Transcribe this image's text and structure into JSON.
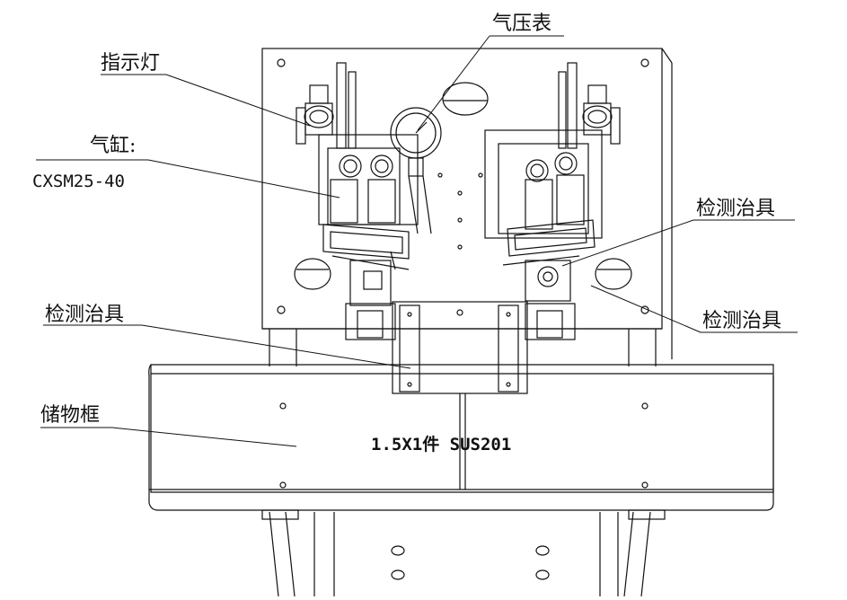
{
  "labels": {
    "indicator_light": "指示灯",
    "pressure_gauge": "气压表",
    "cylinder": "气缸:",
    "cylinder_model": "CXSM25-40",
    "fixture_right_upper": "检测治具",
    "fixture_right_lower": "检测治具",
    "fixture_left": "检测治具",
    "storage_box": "储物框",
    "box_marking": "1.5X1件 SUS201"
  },
  "colors": {
    "line": "#111111",
    "background": "#ffffff"
  }
}
